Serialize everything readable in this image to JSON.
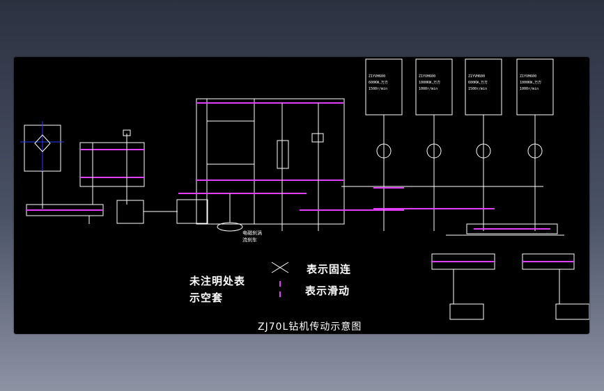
{
  "diagram": {
    "title": "ZJ70L钻机传动示意图",
    "legend": {
      "unlabeled": "未注明处表示空套",
      "fixed": "表示固连",
      "sliding": "表示滑动"
    },
    "motor_boxes": [
      {
        "lines": [
          "Z1YVH600",
          "600KW,万方",
          "1500r/min"
        ]
      },
      {
        "lines": [
          "Z1YVH600",
          "1000KW,万方",
          "1000r/min"
        ]
      },
      {
        "lines": [
          "Z1YVH600",
          "600KW,万方",
          "1500r/min"
        ]
      },
      {
        "lines": [
          "Z1YVH600",
          "1000KW,万方",
          "1000r/min"
        ]
      }
    ],
    "aux_label": "电磁刹涡流刹车",
    "colors": {
      "background": "#000000",
      "line": "#ffffff",
      "accent": "#e040fb",
      "axis": "#2a3cff"
    }
  }
}
